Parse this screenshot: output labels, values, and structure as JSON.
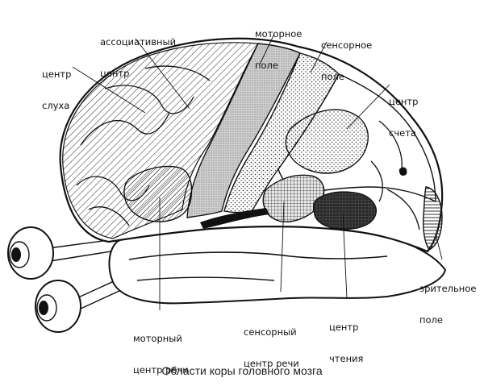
{
  "labels": {
    "association_center": [
      "ассоциативный",
      "центр"
    ],
    "motor_field": [
      "моторное",
      "поле"
    ],
    "sensory_field": [
      "сенсорное",
      "поле"
    ],
    "hearing_center": [
      "центр",
      "слуха"
    ],
    "counting_center": [
      "центр",
      "счета"
    ],
    "visual_field": [
      "зрительное",
      "поле"
    ],
    "motor_speech_center": [
      "моторный",
      "центр речи"
    ],
    "sensory_speech_center": [
      "сенсорный",
      "центр речи"
    ],
    "reading_center": [
      "центр",
      "чтения"
    ]
  },
  "caption": "Области коры головного мозга"
}
